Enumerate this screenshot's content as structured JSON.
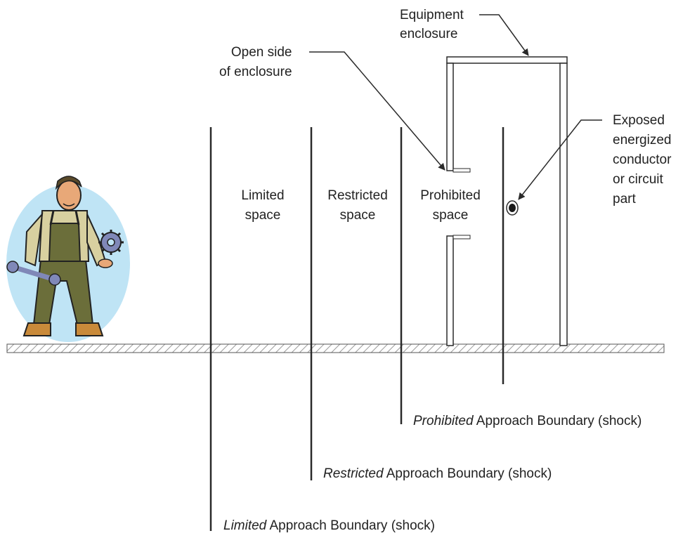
{
  "labels": {
    "equipment_enclosure": "Equipment\nenclosure",
    "open_side": "Open side\nof enclosure",
    "exposed_part": "Exposed\nenergized\nconductor\nor circuit\npart",
    "limited_space": "Limited\nspace",
    "restricted_space": "Restricted\nspace",
    "prohibited_space": "Prohibited\nspace"
  },
  "boundaries": {
    "prohibited": {
      "name": "Prohibited",
      "suffix": " Approach Boundary (shock)"
    },
    "restricted": {
      "name": "Restricted",
      "suffix": " Approach Boundary (shock)"
    },
    "limited": {
      "name": "Limited",
      "suffix": " Approach Boundary (shock)"
    }
  },
  "colors": {
    "line": "#2a2a2a",
    "floor_hatch": "#9a9a9a",
    "worker_bg": "#bfe4f5",
    "worker_overalls": "#6b6e3a",
    "worker_shirt": "#d8d0a0",
    "worker_skin": "#e8a878",
    "tool_gray": "#8088b8"
  }
}
